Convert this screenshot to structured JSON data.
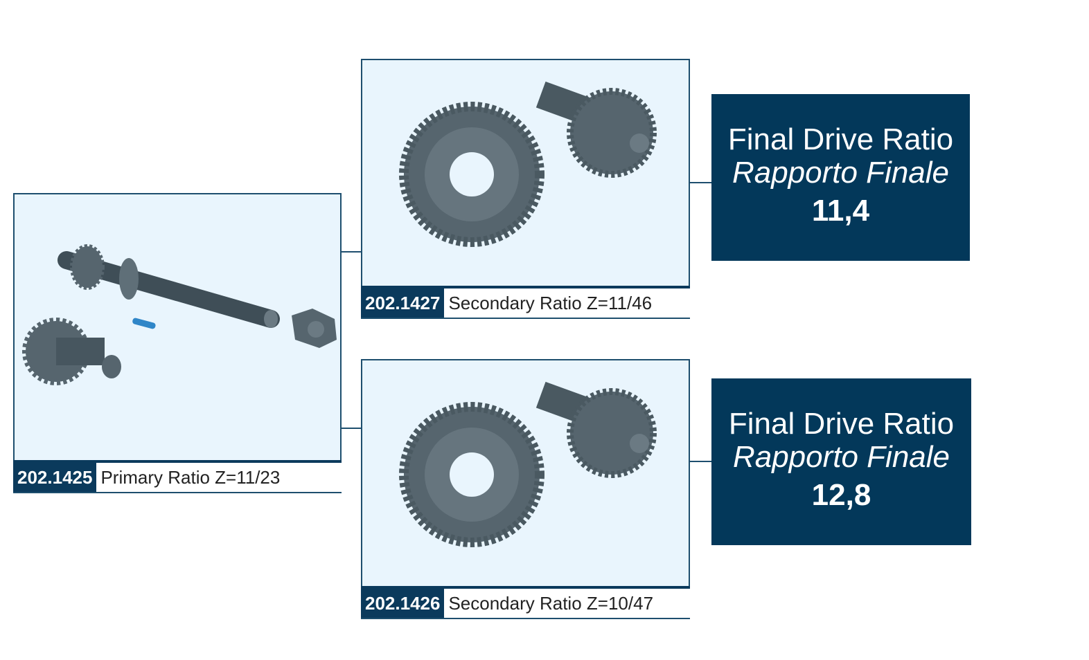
{
  "primary": {
    "code": "202.1425",
    "description": "Primary Ratio Z=11/23"
  },
  "secondary": [
    {
      "code": "202.1427",
      "description": "Secondary Ratio Z=11/46",
      "final": {
        "title": "Final Drive Ratio",
        "subtitle": "Rapporto Finale",
        "value": "11,4"
      }
    },
    {
      "code": "202.1426",
      "description": "Secondary Ratio Z=10/47",
      "final": {
        "title": "Final Drive Ratio",
        "subtitle": "Rapporto Finale",
        "value": "12,8"
      }
    }
  ],
  "colors": {
    "navy": "#03385a",
    "panel": "#e9f5fd",
    "gear": "#4f5f68"
  }
}
